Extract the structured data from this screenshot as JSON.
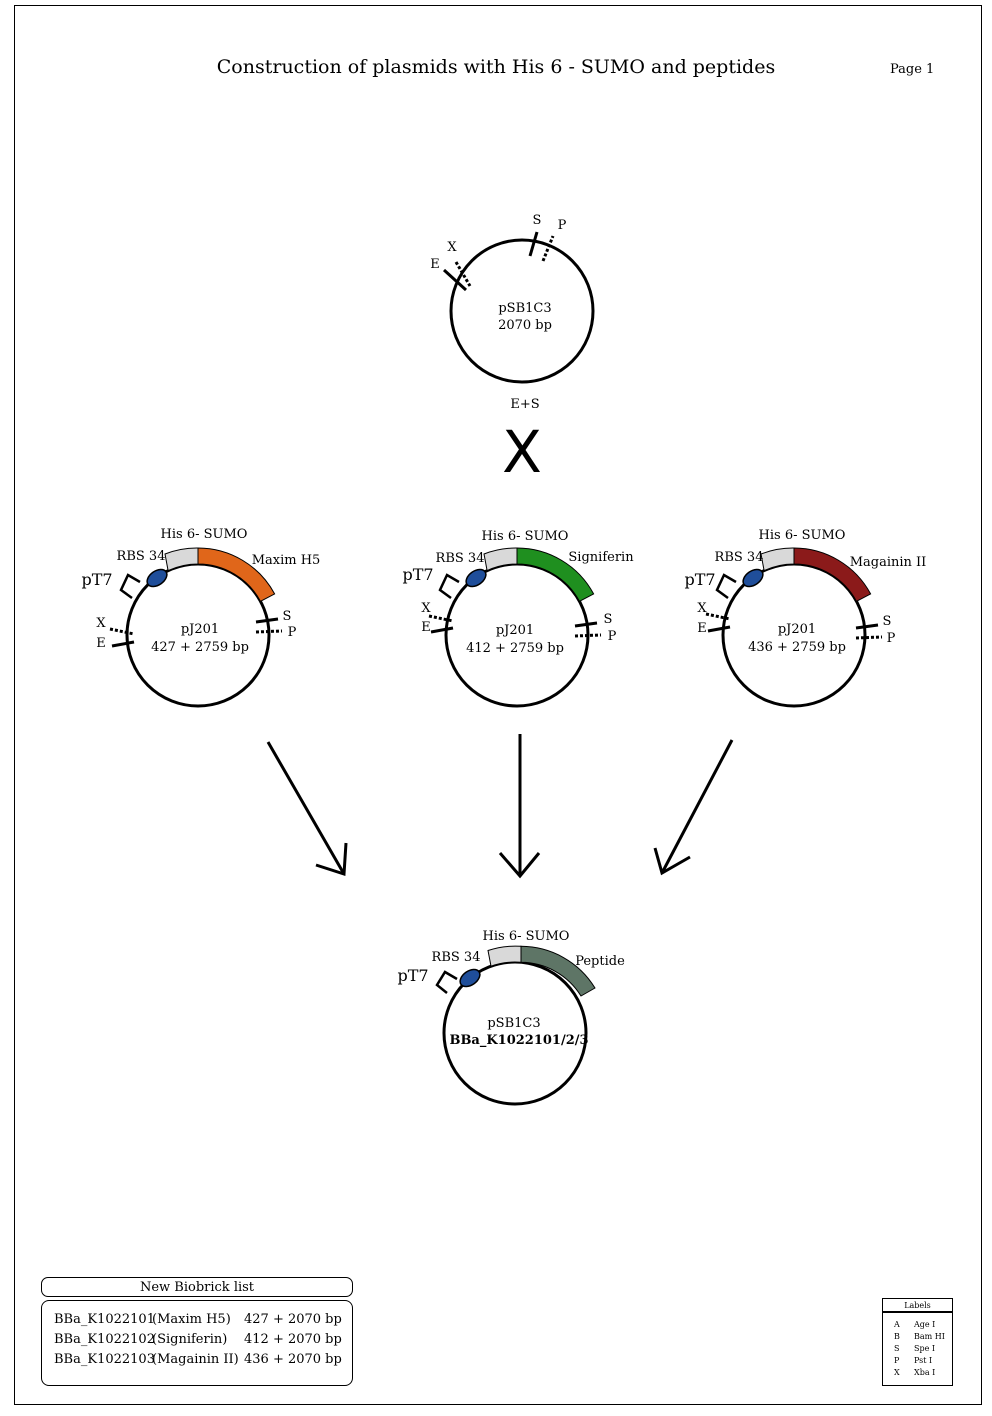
{
  "title": "Construction of plasmids with His 6 - SUMO and peptides",
  "page_label": "Page 1",
  "top_plasmid": {
    "name": "pSB1C3",
    "size": "2070 bp",
    "sites": {
      "s": "S",
      "p": "P",
      "x": "X",
      "e": "E"
    },
    "digest": "E+S"
  },
  "cross_symbol": "X",
  "inserts": [
    {
      "tag": "His 6- SUMO",
      "rbs": "RBS 34",
      "promoter": "pT7",
      "peptide": "Maxim H5",
      "peptide_color": "#e0661a",
      "backbone": "pJ201",
      "size": "427 + 2759 bp",
      "x": "X",
      "e": "E",
      "s": "S",
      "p": "P"
    },
    {
      "tag": "His 6- SUMO",
      "rbs": "RBS 34",
      "promoter": "pT7",
      "peptide": "Signiferin",
      "peptide_color": "#1f8f1f",
      "backbone": "pJ201",
      "size": "412 + 2759 bp",
      "x": "X",
      "e": "E",
      "s": "S",
      "p": "P"
    },
    {
      "tag": "His 6- SUMO",
      "rbs": "RBS 34",
      "promoter": "pT7",
      "peptide": "Magainin II",
      "peptide_color": "#8b1a1a",
      "backbone": "pJ201",
      "size": "436 + 2759 bp",
      "x": "X",
      "e": "E",
      "s": "S",
      "p": "P"
    }
  ],
  "result": {
    "tag": "His 6- SUMO",
    "rbs": "RBS 34",
    "promoter": "pT7",
    "peptide": "Peptide",
    "peptide_color": "#5e7566",
    "backbone": "pSB1C3",
    "biobrick": "BBa_K1022101/2/3"
  },
  "colors": {
    "sumo": "#d9d9d9",
    "rbs": "#1f4e9a"
  },
  "biobrick_list": {
    "header": "New Biobrick list",
    "rows": [
      {
        "id": "BBa_K1022101",
        "peptide": "(Maxim H5)",
        "size": "427 + 2070 bp"
      },
      {
        "id": "BBa_K1022102",
        "peptide": "(Signiferin)",
        "size": "412 + 2070 bp"
      },
      {
        "id": "BBa_K1022103",
        "peptide": "(Magainin II)",
        "size": "436 + 2070 bp"
      }
    ]
  },
  "labels_legend": {
    "header": "Labels",
    "rows": [
      {
        "key": "A",
        "value": "Age I"
      },
      {
        "key": "B",
        "value": "Bam HI"
      },
      {
        "key": "S",
        "value": "Spe I"
      },
      {
        "key": "P",
        "value": "Pst I"
      },
      {
        "key": "X",
        "value": "Xba I"
      }
    ]
  }
}
